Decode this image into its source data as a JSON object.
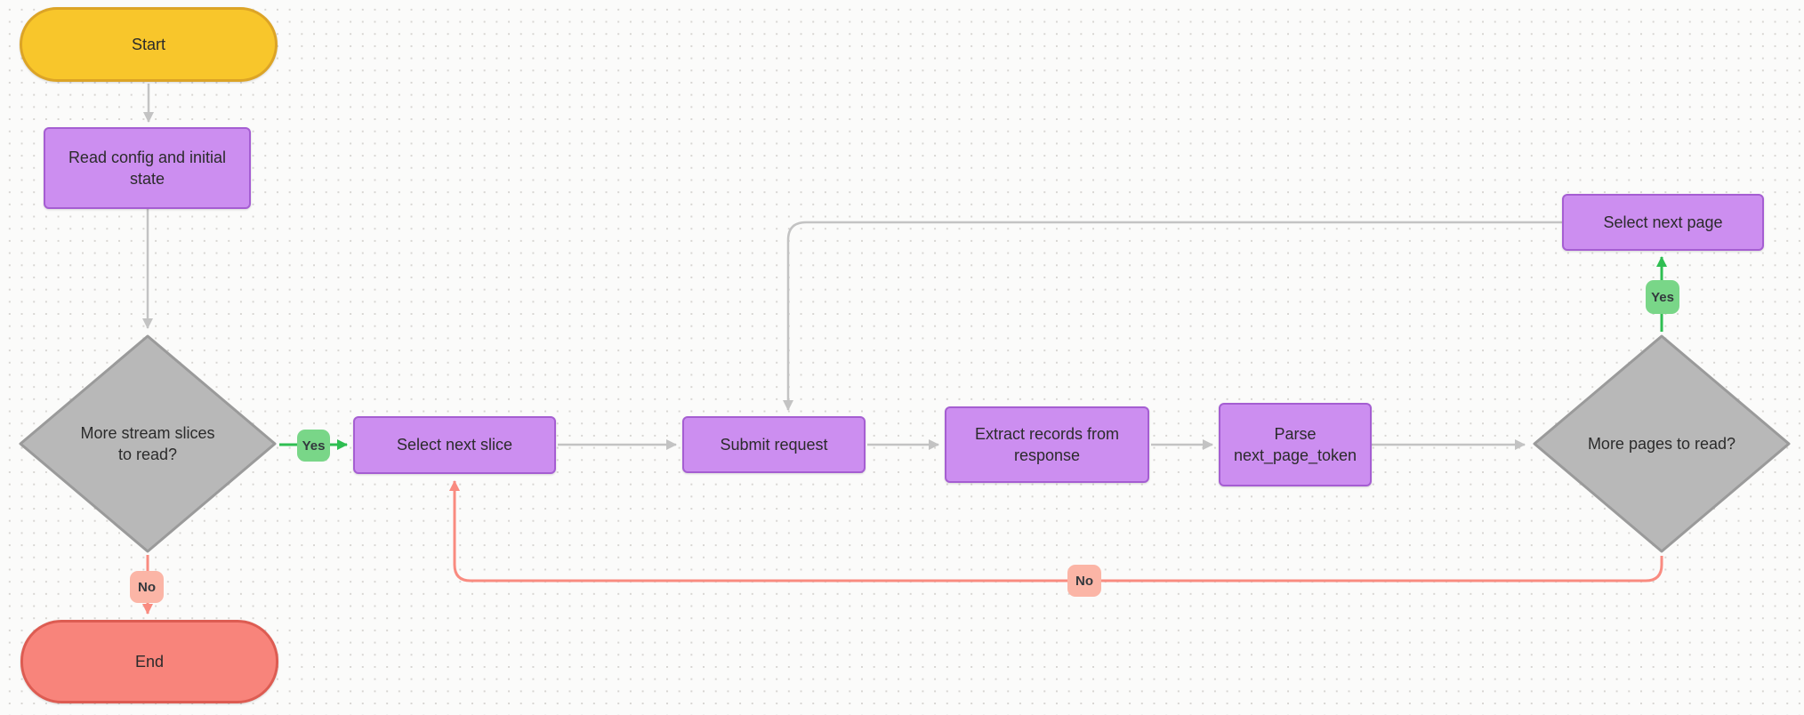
{
  "diagram": {
    "type": "flowchart",
    "description": "Stream reading / pagination flow",
    "nodes": {
      "start": {
        "label": "Start",
        "shape": "terminal"
      },
      "read_config": {
        "label": "Read config and initial state",
        "shape": "process"
      },
      "more_slices": {
        "label": "More stream slices to read?",
        "shape": "decision"
      },
      "select_next_slice": {
        "label": "Select next slice",
        "shape": "process"
      },
      "submit_request": {
        "label": "Submit request",
        "shape": "process"
      },
      "extract_records": {
        "label": "Extract records from response",
        "shape": "process"
      },
      "parse_token": {
        "label": "Parse next_page_token",
        "shape": "process"
      },
      "more_pages": {
        "label": "More pages to read?",
        "shape": "decision"
      },
      "select_next_page": {
        "label": "Select next page",
        "shape": "process"
      },
      "end": {
        "label": "End",
        "shape": "terminal"
      }
    },
    "edge_labels": {
      "slices_yes": "Yes",
      "slices_no": "No",
      "pages_yes": "Yes",
      "pages_no": "No"
    },
    "edges": [
      "Start -> Read config and initial state",
      "Read config and initial state -> More stream slices to read?",
      "More stream slices to read? -Yes-> Select next slice",
      "More stream slices to read? -No-> End",
      "Select next slice -> Submit request",
      "Submit request -> Extract records from response",
      "Extract records from response -> Parse next_page_token",
      "Parse next_page_token -> More pages to read?",
      "More pages to read? -Yes-> Select next page",
      "Select next page -> Submit request",
      "More pages to read? -No-> Select next slice"
    ],
    "colors": {
      "terminal_start_fill": "#F8C62B",
      "terminal_start_border": "#DCA426",
      "terminal_end_fill": "#F8847B",
      "terminal_end_border": "#DD5C52",
      "process_fill": "#CC8EF0",
      "process_border": "#A55ED2",
      "decision_fill": "#B8B8B8",
      "decision_border": "#9A9A9A",
      "yes_label_fill": "#79D688",
      "yes_line": "#2FBE52",
      "no_label_fill": "#FBB5A6",
      "no_line": "#F98B80",
      "connector_line": "#C3C3C3",
      "text": "#2B2B2B",
      "background": "#FBFBFA"
    }
  }
}
